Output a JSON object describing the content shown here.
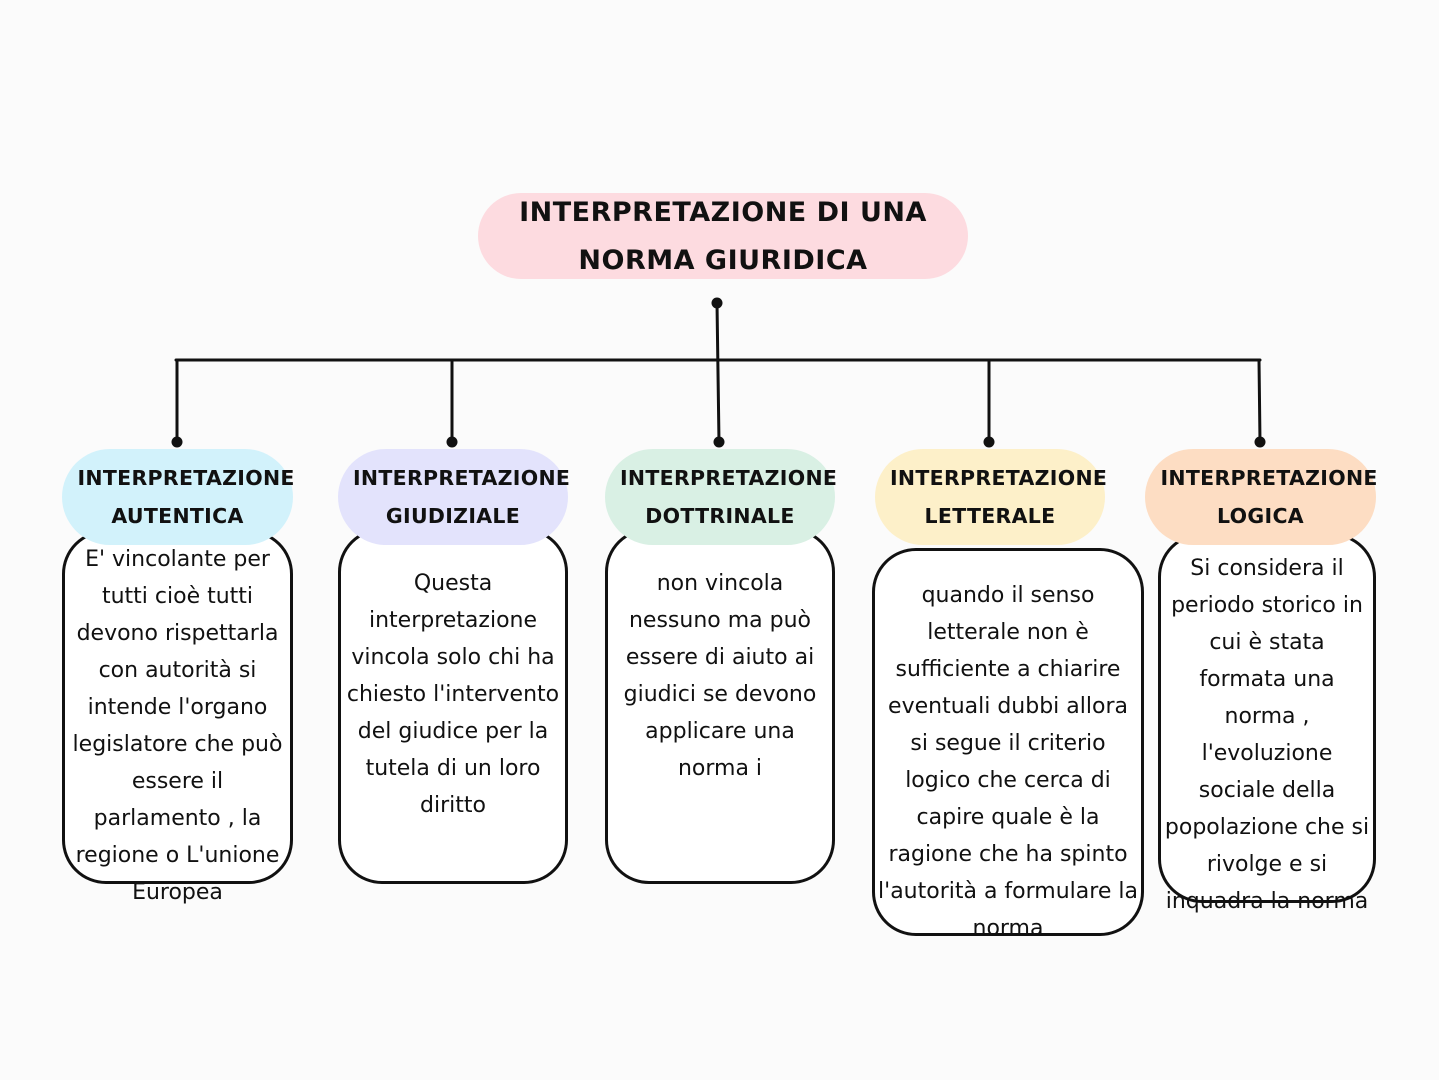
{
  "root": {
    "label": "INTERPRETAZIONE DI UNA NORMA GIURIDICA",
    "color": "#fddbe0"
  },
  "categories": [
    {
      "title": "INTERPRETAZIONE AUTENTICA",
      "color": "#d2f2fb",
      "text": "E' vincolante per tutti cioè tutti devono rispettarla con autorità si intende l'organo legislatore che può essere il parlamento , la regione o L'unione Europea"
    },
    {
      "title": "INTERPRETAZIONE GIUDIZIALE",
      "color": "#e3e3fc",
      "text": "Questa interpretazione vincola solo chi ha chiesto l'intervento del giudice per la tutela di un loro diritto"
    },
    {
      "title": "INTERPRETAZIONE DOTTRINALE",
      "color": "#d9f0e4",
      "text": "non vincola nessuno ma può essere di aiuto ai giudici se devono applicare una norma i"
    },
    {
      "title": "INTERPRETAZIONE LETTERALE",
      "color": "#fdf0c9",
      "text": "quando il senso letterale non è sufficiente a chiarire eventuali dubbi allora si segue il criterio logico che cerca di capire quale è la ragione che ha spinto l'autorità a formulare la norma"
    },
    {
      "title": "INTERPRETAZIONE LOGICA",
      "color": "#fdddc3",
      "text": "Si considera il periodo storico in cui è stata formata una norma , l'evoluzione sociale della popolazione che si rivolge e si inquadra la norma"
    }
  ]
}
